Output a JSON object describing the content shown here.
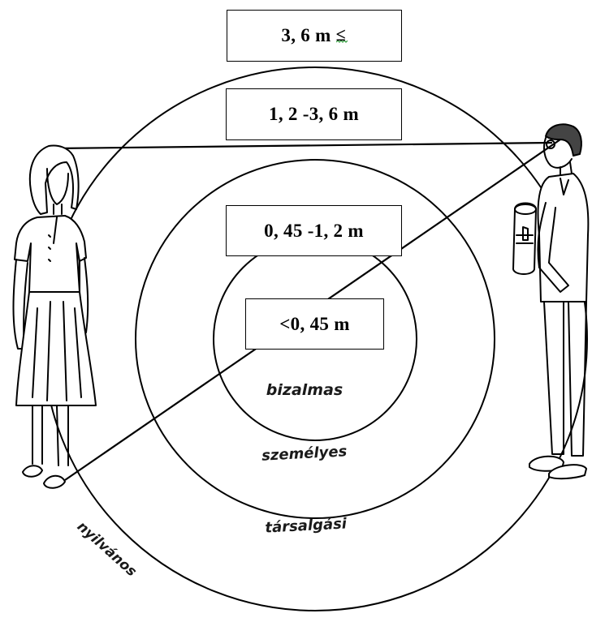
{
  "distances": {
    "public": "3, 6 m",
    "social": "1, 2 -3, 6 m",
    "personal": "0, 45 -1, 2 m",
    "intimate": "<0, 45 m"
  },
  "zones": {
    "intimate": "bizalmas",
    "personal": "személyes",
    "social": "társalgási",
    "public": "nyilvános"
  },
  "public_symbol": "≤"
}
